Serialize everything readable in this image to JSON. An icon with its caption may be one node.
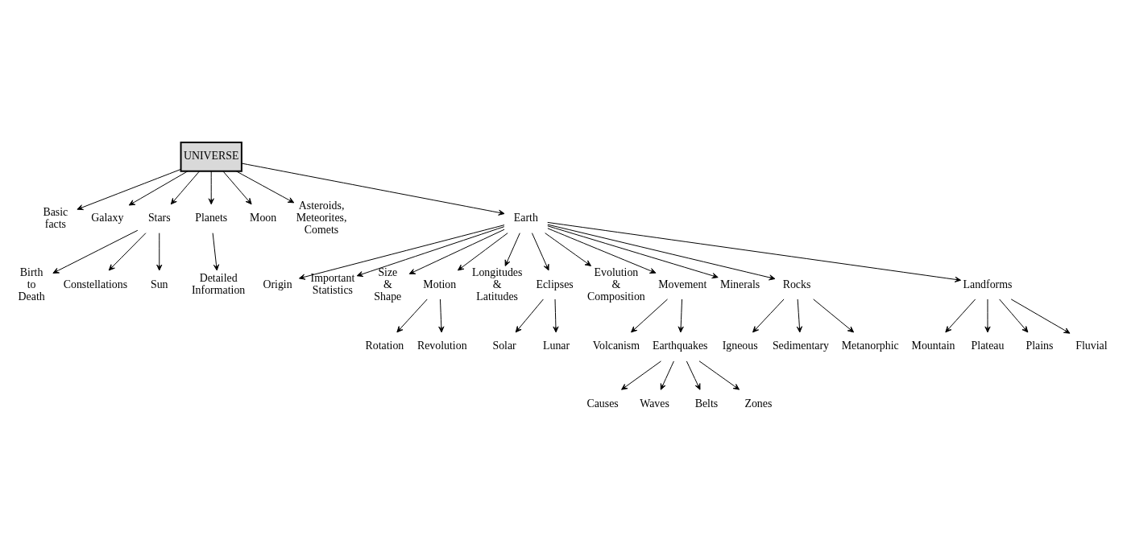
{
  "diagram": {
    "nodes": [
      {
        "text": [
          "UNIVERSE"
        ]
      },
      {
        "text": [
          "Basic facts"
        ]
      },
      {
        "text": [
          "Galaxy"
        ]
      },
      {
        "text": [
          "Stars"
        ]
      },
      {
        "text": [
          "Planets"
        ]
      },
      {
        "text": [
          "Moon"
        ]
      },
      {
        "text": [
          "Asteroids, Meteorites, Comets"
        ]
      },
      {
        "text": [
          "Earth"
        ]
      },
      {
        "text": [
          "Birth to Death"
        ]
      },
      {
        "text": [
          "Constellations"
        ]
      },
      {
        "text": [
          "Sun"
        ]
      },
      {
        "text": [
          "Detailed Information"
        ]
      },
      {
        "text": [
          "Origin"
        ]
      },
      {
        "text": [
          "Important Statistics"
        ]
      },
      {
        "text": [
          "Size & Shape"
        ]
      },
      {
        "text": [
          "Motion"
        ]
      },
      {
        "text": [
          "Longitudes & Latitudes"
        ]
      },
      {
        "text": [
          "Eclipses"
        ]
      },
      {
        "text": [
          "Evolution & Composition"
        ]
      },
      {
        "text": [
          "Movement"
        ]
      },
      {
        "text": [
          "Minerals"
        ]
      },
      {
        "text": [
          "Rocks"
        ]
      },
      {
        "text": [
          "Landforms"
        ]
      },
      {
        "text": [
          "Rotation"
        ]
      },
      {
        "text": [
          "Revolution"
        ]
      },
      {
        "text": [
          "Solar"
        ]
      },
      {
        "text": [
          "Lunar"
        ]
      },
      {
        "text": [
          "Volcanism"
        ]
      },
      {
        "text": [
          "Earthquakes"
        ]
      },
      {
        "text": [
          "Igneous"
        ]
      },
      {
        "text": [
          "Sedimentary"
        ]
      },
      {
        "text": [
          "Metanorphic"
        ]
      },
      {
        "text": [
          "Causes"
        ]
      },
      {
        "text": [
          "Waves"
        ]
      },
      {
        "text": [
          "Belts"
        ]
      },
      {
        "text": [
          "Zones"
        ]
      },
      {
        "text": [
          "Mountain"
        ]
      },
      {
        "text": [
          "Plateau"
        ]
      },
      {
        "text": [
          "Plains"
        ]
      },
      {
        "text": [
          "Fluvial"
        ]
      }
    ],
    "edges": [
      {
        "from": 0,
        "to": 1,
        "arrow": "to"
      },
      {
        "from": 0,
        "to": 2,
        "arrow": "to"
      },
      {
        "from": 0,
        "to": 3,
        "arrow": "to"
      },
      {
        "from": 0,
        "to": 4,
        "arrow": "to"
      },
      {
        "from": 0,
        "to": 5,
        "arrow": "to"
      },
      {
        "from": 0,
        "to": 6,
        "arrow": "to"
      },
      {
        "from": 0,
        "to": 7,
        "arrow": "to"
      },
      {
        "from": 3,
        "to": 8,
        "arrow": "to"
      },
      {
        "from": 3,
        "to": 9,
        "arrow": "to"
      },
      {
        "from": 3,
        "to": 10,
        "arrow": "to"
      },
      {
        "from": 4,
        "to": 11,
        "arrow": "to"
      },
      {
        "from": 7,
        "to": 12,
        "arrow": "to"
      },
      {
        "from": 7,
        "to": 13,
        "arrow": "to"
      },
      {
        "from": 7,
        "to": 14,
        "arrow": "to"
      },
      {
        "from": 7,
        "to": 15,
        "arrow": "to"
      },
      {
        "from": 7,
        "to": 16,
        "arrow": "to"
      },
      {
        "from": 7,
        "to": 17,
        "arrow": "to"
      },
      {
        "from": 7,
        "to": 18,
        "arrow": "to"
      },
      {
        "from": 7,
        "to": 19,
        "arrow": "to"
      },
      {
        "from": 7,
        "to": 20,
        "arrow": "to"
      },
      {
        "from": 7,
        "to": 21,
        "arrow": "to"
      },
      {
        "from": 7,
        "to": 22,
        "arrow": "to"
      },
      {
        "from": 15,
        "to": 23,
        "arrow": "to"
      },
      {
        "from": 15,
        "to": 24,
        "arrow": "to"
      },
      {
        "from": 17,
        "to": 25,
        "arrow": "to"
      },
      {
        "from": 17,
        "to": 26,
        "arrow": "to"
      },
      {
        "from": 19,
        "to": 27,
        "arrow": "to"
      },
      {
        "from": 19,
        "to": 28,
        "arrow": "to"
      },
      {
        "from": 21,
        "to": 29,
        "arrow": "to"
      },
      {
        "from": 21,
        "to": 30,
        "arrow": "to"
      },
      {
        "from": 21,
        "to": 31,
        "arrow": "to"
      },
      {
        "from": 28,
        "to": 32,
        "arrow": "to"
      },
      {
        "from": 28,
        "to": 33,
        "arrow": "to"
      },
      {
        "from": 28,
        "to": 34,
        "arrow": "to"
      },
      {
        "from": 28,
        "to": 35,
        "arrow": "to"
      },
      {
        "from": 22,
        "to": 36,
        "arrow": "to"
      },
      {
        "from": 22,
        "to": 37,
        "arrow": "to"
      },
      {
        "from": 22,
        "to": 38,
        "arrow": "to"
      },
      {
        "from": 22,
        "to": 39,
        "arrow": "to"
      }
    ]
  }
}
